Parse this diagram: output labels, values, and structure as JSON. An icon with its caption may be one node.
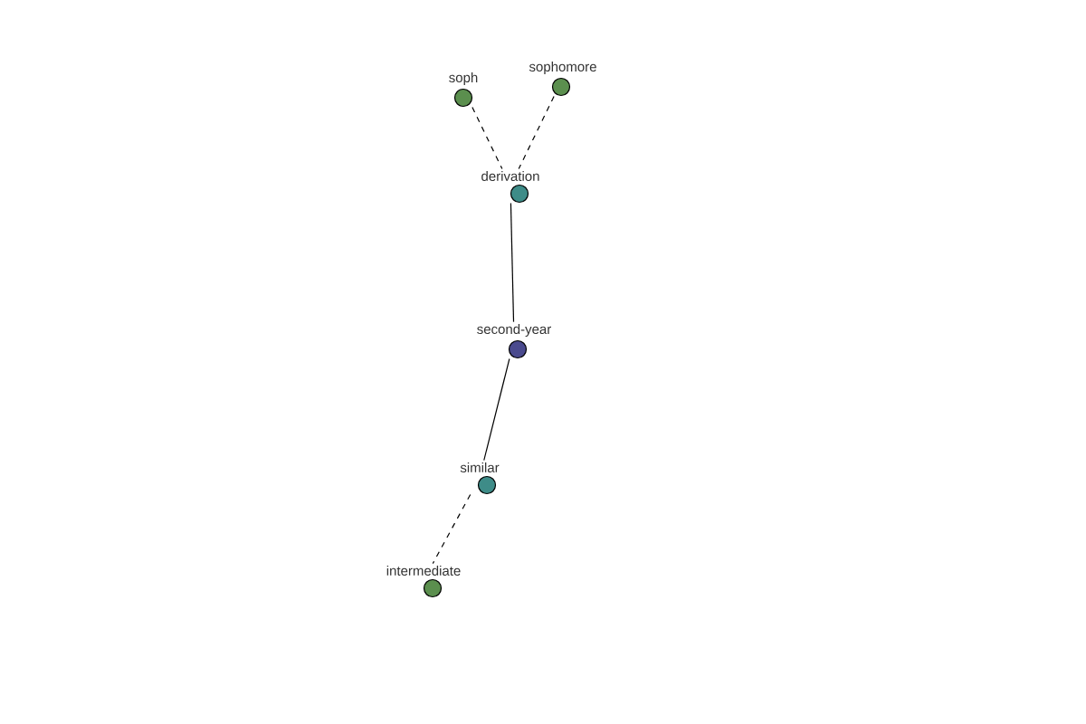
{
  "diagram": {
    "nodes": [
      {
        "text": [
          "soph"
        ]
      },
      {
        "text": [
          "sophomore"
        ]
      },
      {
        "text": [
          "derivation"
        ]
      },
      {
        "text": [
          "second-year"
        ]
      },
      {
        "text": [
          "similar"
        ]
      },
      {
        "text": [
          "intermediate"
        ]
      }
    ],
    "edges": [
      {
        "from": 0,
        "to": 2,
        "arrow": "none",
        "style": "dashed"
      },
      {
        "from": 1,
        "to": 2,
        "arrow": "none",
        "style": "dashed"
      },
      {
        "from": 2,
        "to": 3,
        "arrow": "none"
      },
      {
        "from": 3,
        "to": 4,
        "arrow": "none"
      },
      {
        "from": 4,
        "to": 5,
        "arrow": "none",
        "style": "dashed"
      }
    ]
  }
}
